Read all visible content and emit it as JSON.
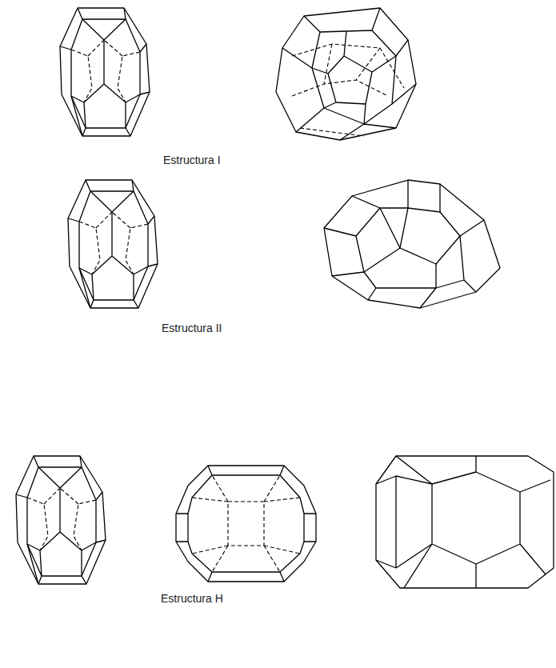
{
  "diagram": {
    "labels": [
      "Estructura I",
      "Estructura II",
      "Estructura H"
    ]
  }
}
